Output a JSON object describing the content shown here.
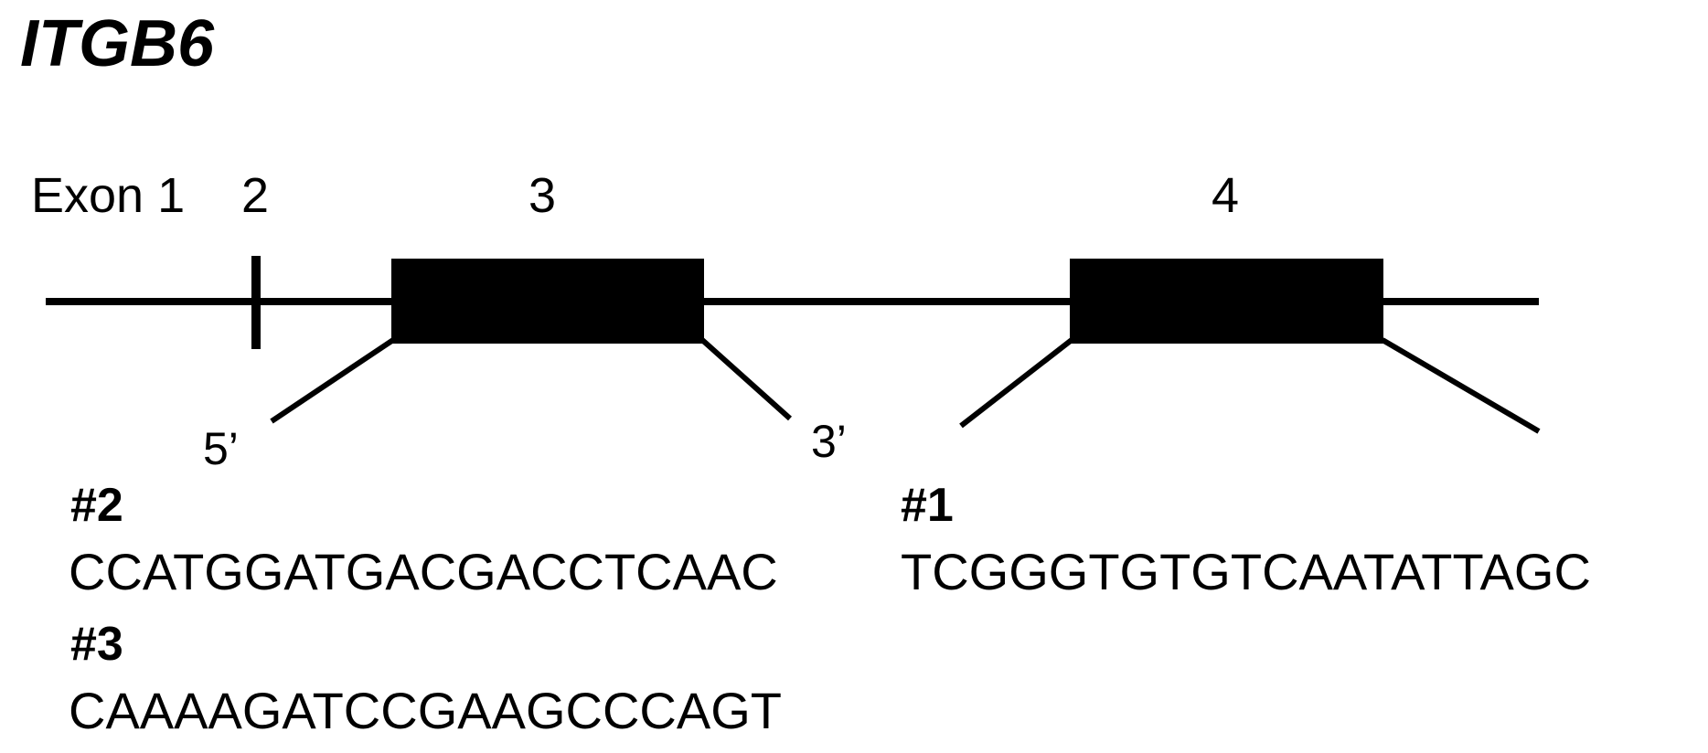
{
  "gene": "ITGB6",
  "exon_labels": {
    "exon1": "Exon 1",
    "exon2": "2",
    "exon3": "3",
    "exon4": "4"
  },
  "end_labels": {
    "five_prime": "5’",
    "three_prime": "3’"
  },
  "guides": [
    {
      "name": "#2",
      "sequence": "CCATGGATGACGACCTCAAC"
    },
    {
      "name": "#1",
      "sequence": "TCGGGTGTGTCAATATTAGC"
    },
    {
      "name": "#3",
      "sequence": "CAAAAGATCCGAAGCCCAGT"
    }
  ]
}
